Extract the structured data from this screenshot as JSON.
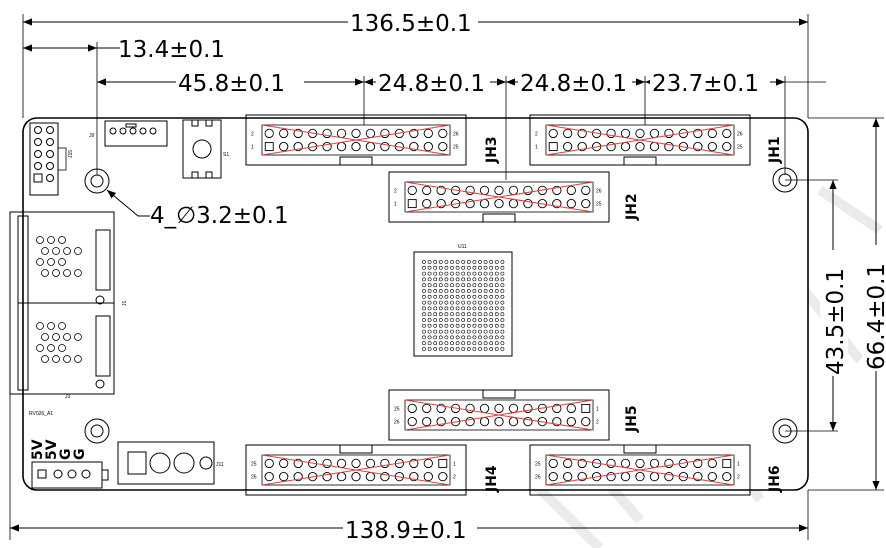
{
  "dimensions": {
    "overall_top": "136.5±0.1",
    "left_hole_offset": "13.4±0.1",
    "jh3_offset": "45.8±0.1",
    "jh3_to_jh2": "24.8±0.1",
    "jh2_to_jh1": "24.8±0.1",
    "jh1_to_edge": "23.7±0.1",
    "hole_diameter": "4_∅3.2±0.1",
    "hole_spacing_vertical": "43.5±0.1",
    "overall_height": "66.4±0.1",
    "overall_bottom": "138.9±0.1"
  },
  "connectors": {
    "jh1": "JH1",
    "jh2": "JH2",
    "jh3": "JH3",
    "jh4": "JH4",
    "jh5": "JH5",
    "jh6": "JH6"
  },
  "pin_labels": {
    "p2": "2",
    "p1": "1",
    "p26": "26",
    "p25": "25"
  },
  "power": {
    "v5a": "5V",
    "v5b": "5V",
    "ga": "G",
    "gb": "G"
  },
  "silkscreen": {
    "chip": "U11",
    "switch": "S1",
    "j1": "J1",
    "j9": "J9",
    "j11": "J11",
    "j15": "J15",
    "board": "RV026_A1",
    "j3": "J3"
  }
}
